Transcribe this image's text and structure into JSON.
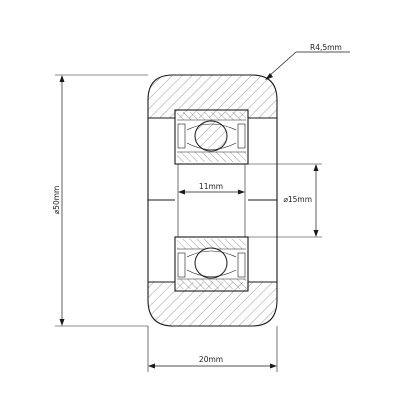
{
  "drawing": {
    "type": "bearing roller cross-section",
    "dimensions": {
      "radius_label": "R4,5mm",
      "outer_diameter_label": "⌀50mm",
      "inner_diameter_label": "⌀15mm",
      "inner_width_label": "11mm",
      "overall_width_label": "20mm"
    },
    "colors": {
      "line": "#1a1a1a",
      "hatch": "#555555",
      "background": "#ffffff"
    }
  }
}
